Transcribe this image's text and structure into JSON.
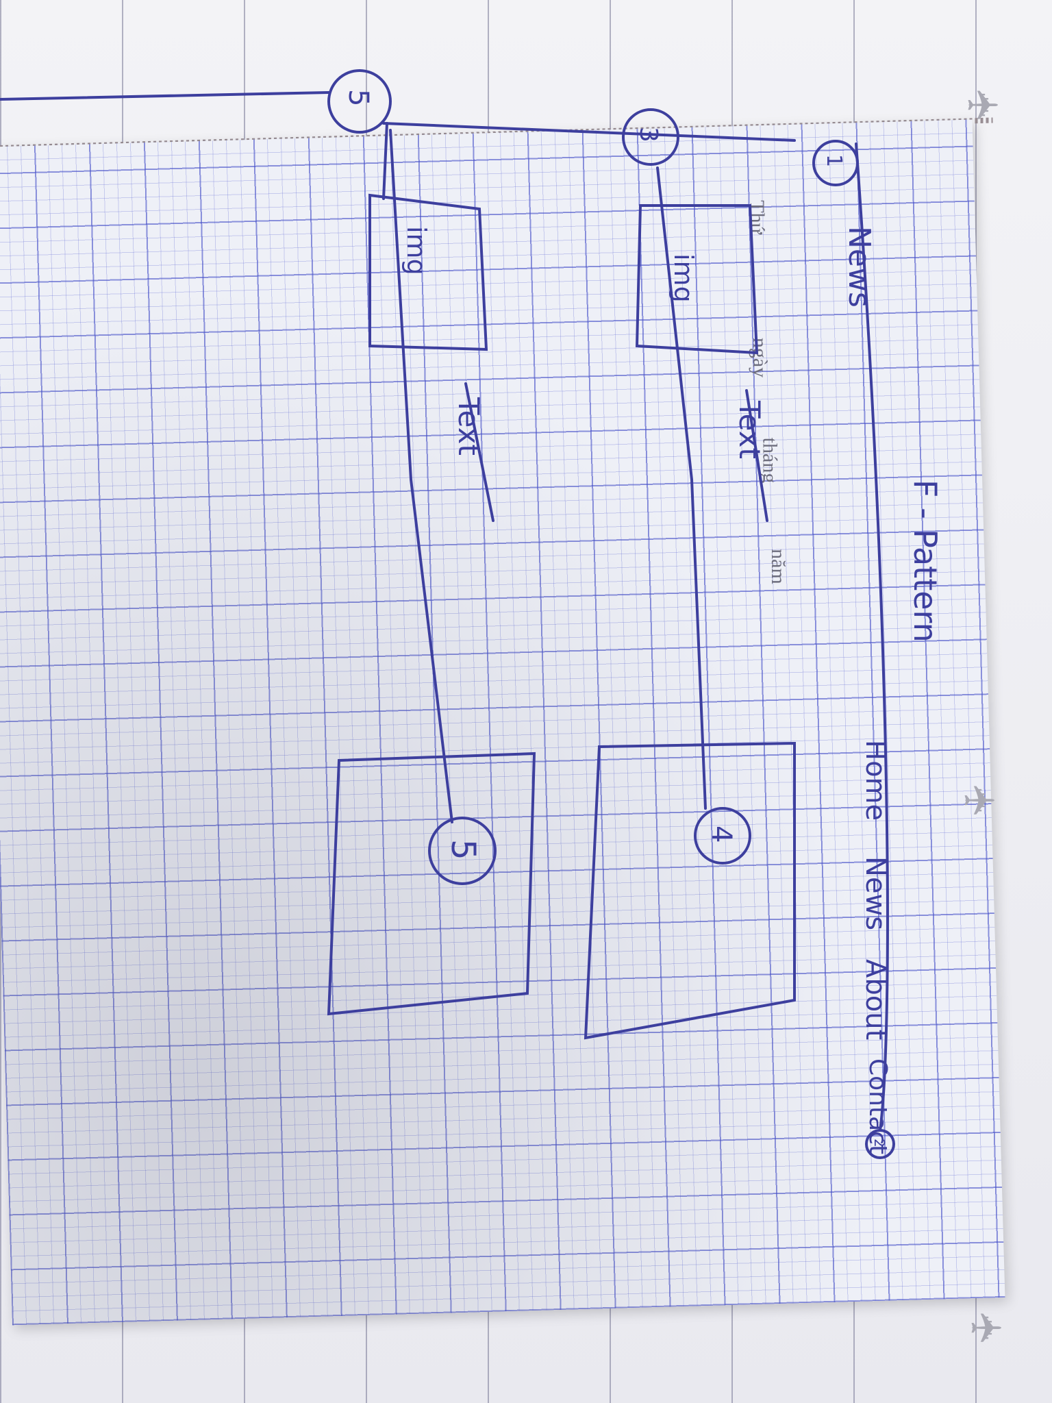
{
  "header_labels": {
    "day": "Thứ",
    "date": "ngày",
    "month": "tháng",
    "year": "năm"
  },
  "sketch": {
    "title": "F - Pattern",
    "logo": "News",
    "nav": [
      "Home",
      "News",
      "About",
      "Contact"
    ],
    "rows": [
      {
        "image_label": "img",
        "text_label": "Text"
      },
      {
        "image_label": "img",
        "text_label": "Text"
      }
    ],
    "markers": [
      "1",
      "2",
      "3",
      "4",
      "5",
      "5"
    ]
  },
  "colors": {
    "ink": "#3d3f9e",
    "grid": "#5a64d2",
    "paper": "#eef0f7"
  }
}
